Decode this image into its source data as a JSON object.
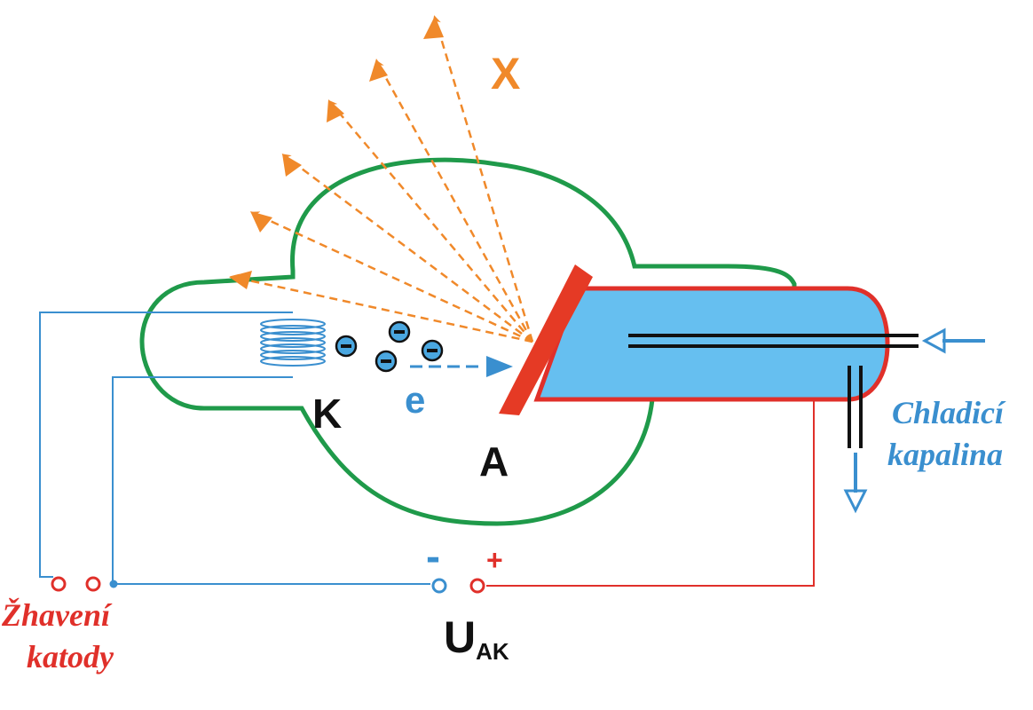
{
  "labels": {
    "x_rays": "X",
    "cathode": "K",
    "electron": "e",
    "anode": "A",
    "voltage_main": "U",
    "voltage_sub": "AK",
    "minus": "-",
    "plus": "+",
    "heating_line1": "Žhavení",
    "heating_line2": "katody",
    "coolant_line1": "Chladicí",
    "coolant_line2": "kapalina"
  },
  "colors": {
    "bulb": "#1f9a4a",
    "xray": "#f0892a",
    "wire_blue": "#3a8fcf",
    "wire_red": "#e0302a",
    "anode_fill": "#66bff0",
    "anode_face": "#e53a25",
    "electron_fill": "#4aa7e0",
    "dark": "#111111"
  },
  "icons": {
    "electron": "electron-minus-icon",
    "terminal": "terminal-circle-icon",
    "arrow": "arrow-icon"
  }
}
